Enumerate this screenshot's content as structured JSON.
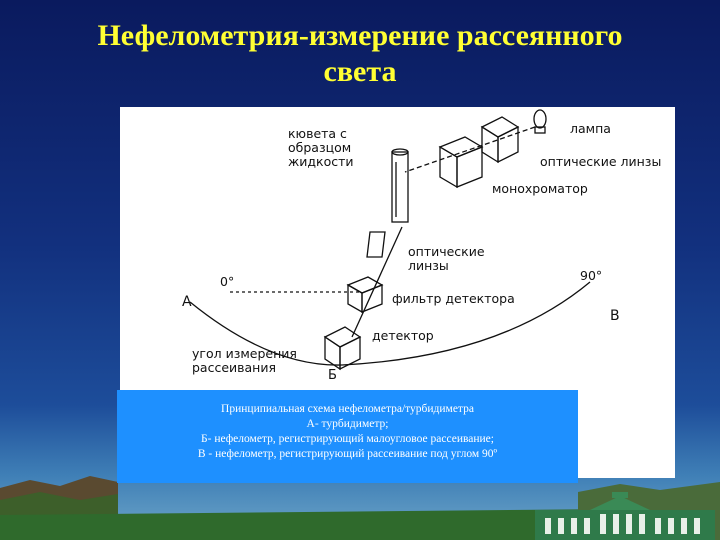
{
  "slide": {
    "title_line1": "Нефелометрия-измерение рассеянного",
    "title_line2": "света"
  },
  "diagram": {
    "labels": {
      "cuvette": [
        "кювета с",
        "образцом",
        "жидкости"
      ],
      "lamp": "лампа",
      "optical_lenses_top": "оптические линзы",
      "monochromator": "монохроматор",
      "optical_lenses_mid": [
        "оптические",
        "линзы"
      ],
      "angle_0": "0°",
      "angle_90": "90°",
      "point_a": "А",
      "point_v": "В",
      "detector_filter": "фильтр детектора",
      "detector": "детектор",
      "scatter_angle": [
        "угол измерения",
        "рассеивания"
      ],
      "point_b": "Б"
    }
  },
  "caption": {
    "line1": "Принципиальная  схема нефелометра/турбидиметра",
    "line2": "А- турбидиметр;",
    "line3": "Б- нефелометр, регистрирующий  малоугловое рассеивание;",
    "line4": "В - нефелометр, регистрирующий рассеивание под углом 90º"
  },
  "colors": {
    "title": "#ffff33",
    "caption_bg": "#1e90ff",
    "background_top": "#0a1a5e"
  }
}
